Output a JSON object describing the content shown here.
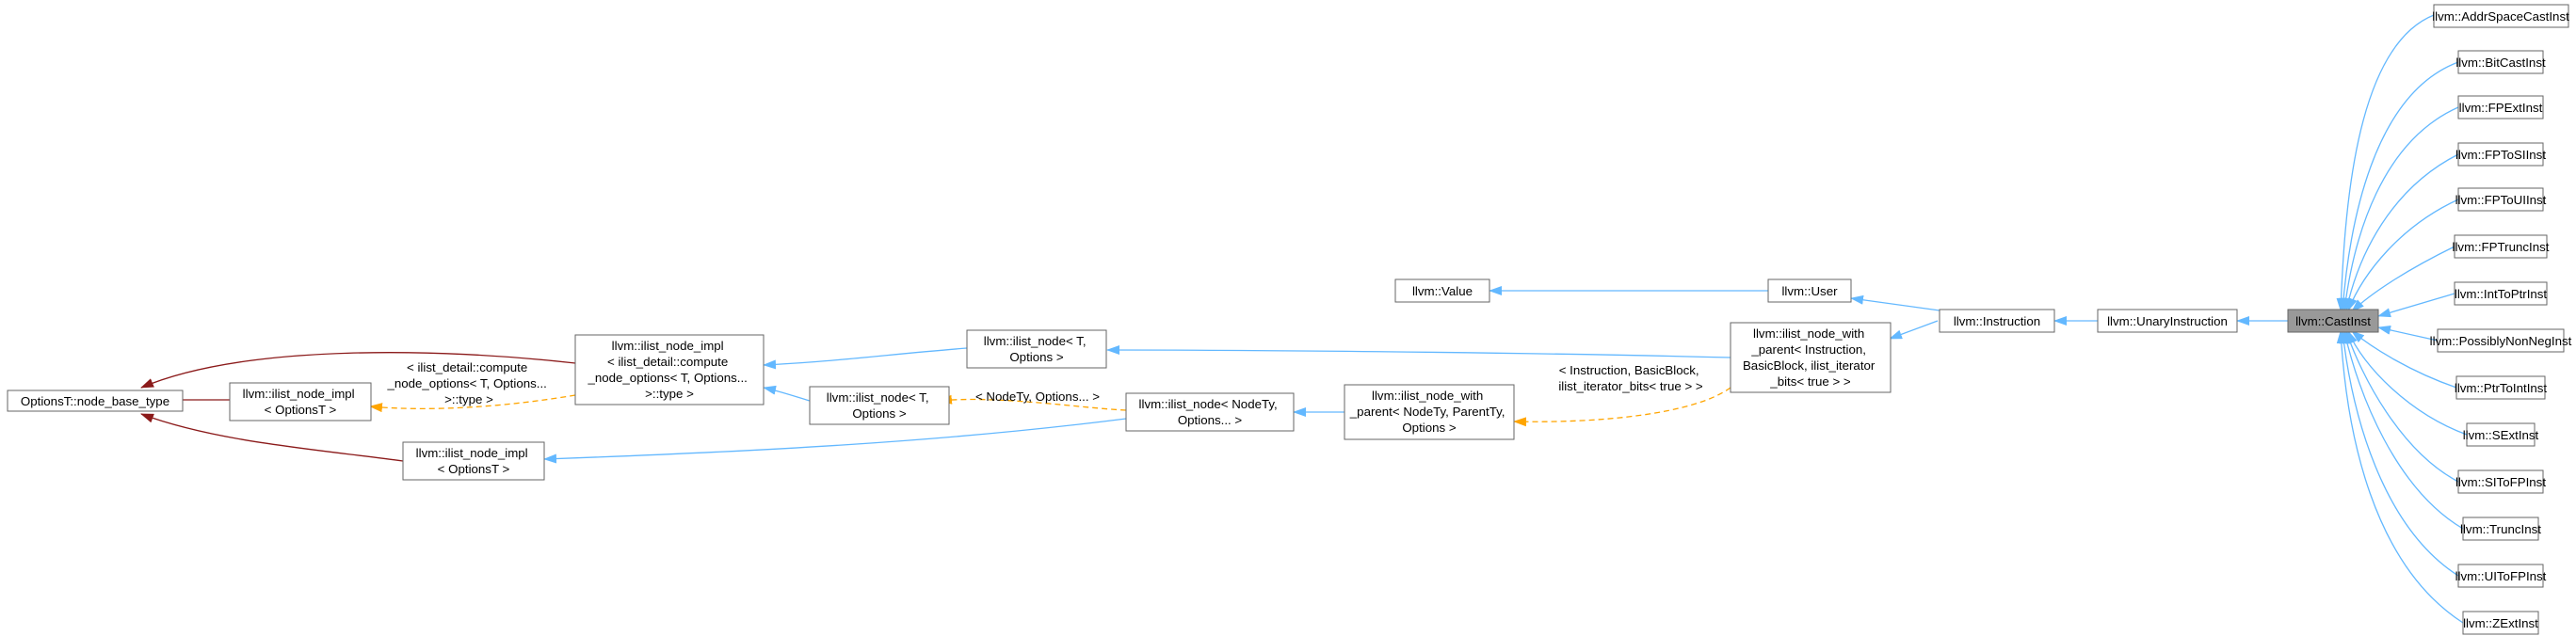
{
  "colors": {
    "public_inheritance": "#63b8ff",
    "private_inheritance": "#8b1a1a",
    "template_instance": "#ffa500",
    "current_node_fill": "#999999",
    "node_border": "#666666"
  },
  "nodes": [
    {
      "id": "options_base",
      "lines": [
        "OptionsT::node_base_type"
      ]
    },
    {
      "id": "ilist_impl_opts_top",
      "lines": [
        "llvm::ilist_node_impl",
        "< OptionsT >"
      ]
    },
    {
      "id": "ilist_impl_opts_bottom",
      "lines": [
        "llvm::ilist_node_impl",
        "< OptionsT >"
      ]
    },
    {
      "id": "ilist_impl_compute",
      "lines": [
        "llvm::ilist_node_impl",
        "< ilist_detail::compute",
        "_node_options< T, Options...",
        ">::type >"
      ]
    },
    {
      "id": "ilist_node_t_opts_top",
      "lines": [
        "llvm::ilist_node< T,",
        "Options >"
      ]
    },
    {
      "id": "ilist_node_t_opts_mid",
      "lines": [
        "llvm::ilist_node< T,",
        "Options >"
      ]
    },
    {
      "id": "ilist_node_nodety",
      "lines": [
        "llvm::ilist_node< NodeTy,",
        "Options... >"
      ]
    },
    {
      "id": "ilist_with_parent_generic",
      "lines": [
        "llvm::ilist_node_with",
        "_parent< NodeTy, ParentTy,",
        "Options >"
      ]
    },
    {
      "id": "ilist_with_parent_instr",
      "lines": [
        "llvm::ilist_node_with",
        "_parent< Instruction,",
        "BasicBlock, ilist_iterator",
        "_bits< true > >"
      ]
    },
    {
      "id": "value",
      "lines": [
        "llvm::Value"
      ]
    },
    {
      "id": "user",
      "lines": [
        "llvm::User"
      ]
    },
    {
      "id": "instruction",
      "lines": [
        "llvm::Instruction"
      ]
    },
    {
      "id": "unary_instruction",
      "lines": [
        "llvm::UnaryInstruction"
      ]
    },
    {
      "id": "cast_inst",
      "lines": [
        "llvm::CastInst"
      ]
    },
    {
      "id": "addrspace",
      "lines": [
        "llvm::AddrSpaceCastInst"
      ]
    },
    {
      "id": "bitcast",
      "lines": [
        "llvm::BitCastInst"
      ]
    },
    {
      "id": "fpext",
      "lines": [
        "llvm::FPExtInst"
      ]
    },
    {
      "id": "fptosi",
      "lines": [
        "llvm::FPToSIInst"
      ]
    },
    {
      "id": "fptoui",
      "lines": [
        "llvm::FPToUIInst"
      ]
    },
    {
      "id": "fptrunc",
      "lines": [
        "llvm::FPTruncInst"
      ]
    },
    {
      "id": "inttoptr",
      "lines": [
        "llvm::IntToPtrInst"
      ]
    },
    {
      "id": "possiblynonneg",
      "lines": [
        "llvm::PossiblyNonNegInst"
      ]
    },
    {
      "id": "ptrtoint",
      "lines": [
        "llvm::PtrToIntInst"
      ]
    },
    {
      "id": "sext",
      "lines": [
        "llvm::SExtInst"
      ]
    },
    {
      "id": "sitofp",
      "lines": [
        "llvm::SIToFPInst"
      ]
    },
    {
      "id": "trunc",
      "lines": [
        "llvm::TruncInst"
      ]
    },
    {
      "id": "uitofp",
      "lines": [
        "llvm::UIToFPInst"
      ]
    },
    {
      "id": "zext",
      "lines": [
        "llvm::ZExtInst"
      ]
    }
  ],
  "edge_labels": [
    {
      "id": "compute_label",
      "lines": [
        "< ilist_detail::compute",
        "_node_options< T, Options...",
        ">::type >"
      ]
    },
    {
      "id": "nodety_label",
      "lines": [
        "< NodeTy, Options... >"
      ]
    },
    {
      "id": "instr_bb_label",
      "lines": [
        "< Instruction, BasicBlock,",
        "ilist_iterator_bits< true > >"
      ]
    }
  ]
}
